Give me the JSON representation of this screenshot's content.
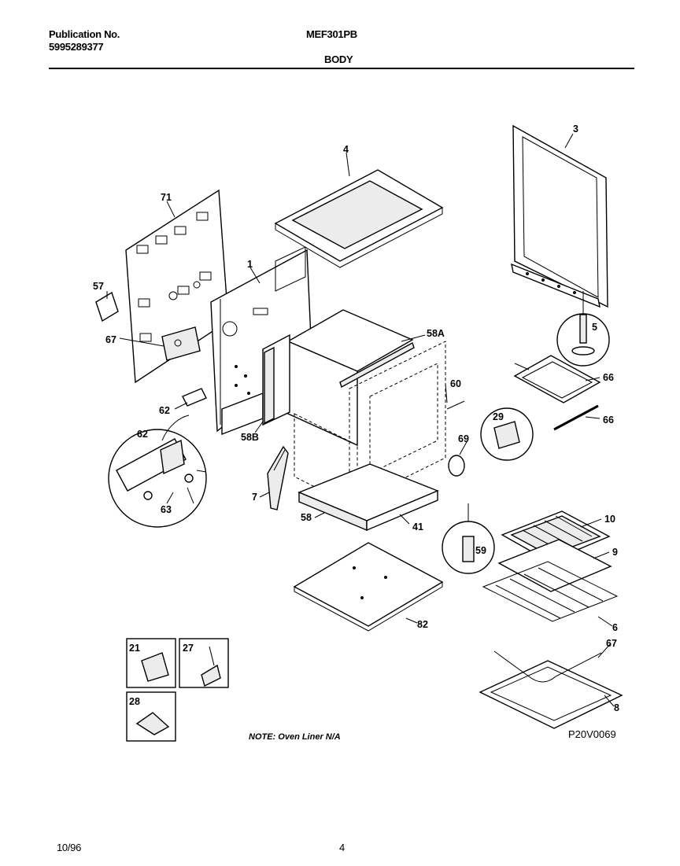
{
  "header": {
    "publication_label": "Publication No.",
    "publication_number": "5995289377",
    "model": "MEF301PB",
    "section": "BODY"
  },
  "footer": {
    "date": "10/96",
    "page": "4"
  },
  "diagram": {
    "note": "NOTE: Oven Liner N/A",
    "figure_code": "P20V0069",
    "part_labels": {
      "p71": "71",
      "p57": "57",
      "p67a": "67",
      "p1": "1",
      "p4": "4",
      "p3": "3",
      "p5": "5",
      "p58A": "58A",
      "p60": "60",
      "p66a": "66",
      "p66b": "66",
      "p29": "29",
      "p69": "69",
      "p62a": "62",
      "p62b": "62",
      "p63": "63",
      "p58B": "58B",
      "p7": "7",
      "p58": "58",
      "p41": "41",
      "p59": "59",
      "p10": "10",
      "p9": "9",
      "p6": "6",
      "p82": "82",
      "p67b": "67",
      "p8": "8",
      "p21": "21",
      "p27": "27",
      "p28": "28"
    }
  }
}
